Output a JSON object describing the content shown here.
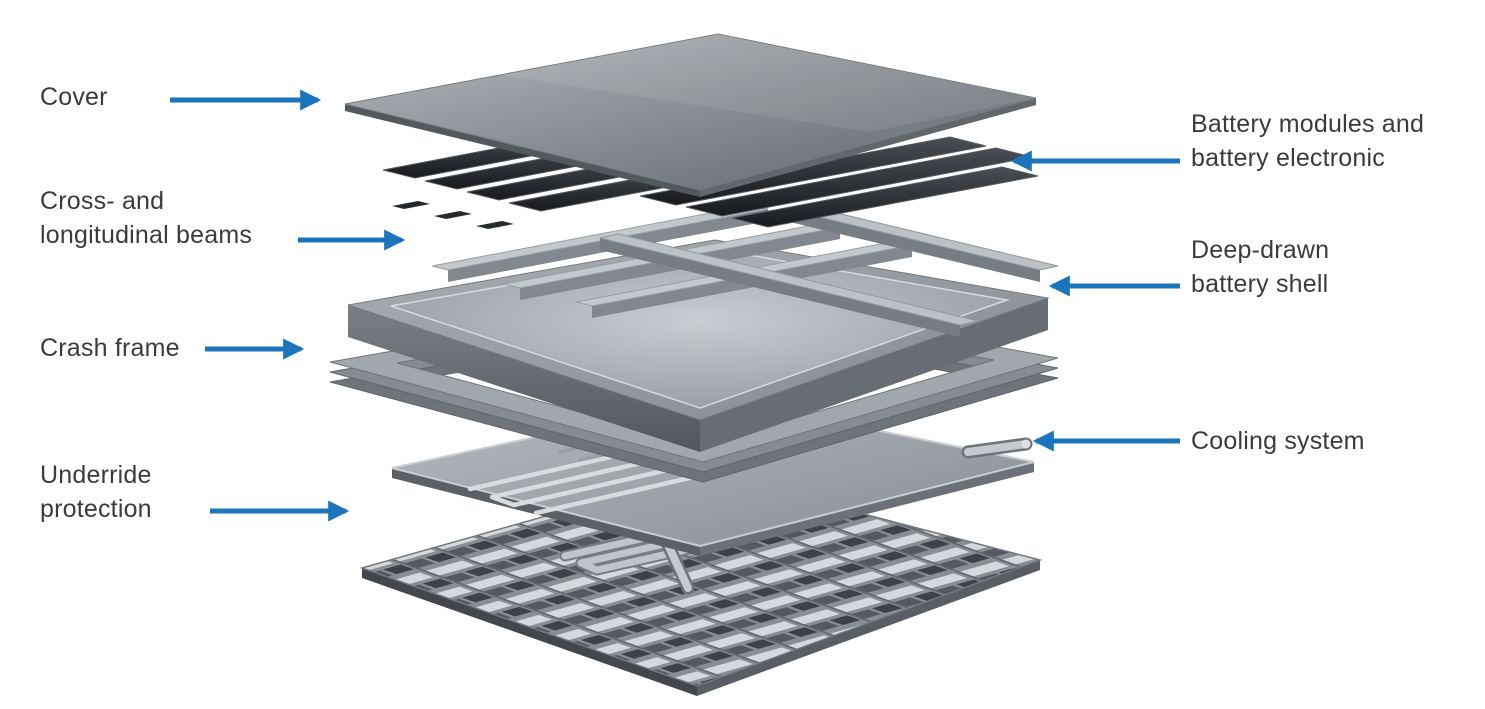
{
  "colors": {
    "accent": "#1b75bc",
    "text": "#3b3b3b",
    "background": "#ffffff"
  },
  "labels": {
    "cover": {
      "text": "Cover"
    },
    "battery_modules": {
      "line1": "Battery modules and",
      "line2": "battery electronic"
    },
    "beams": {
      "line1": "Cross- and",
      "line2": "longitudinal beams"
    },
    "battery_shell": {
      "line1": "Deep-drawn",
      "line2": "battery shell"
    },
    "crash_frame": {
      "text": "Crash frame"
    },
    "cooling_system": {
      "text": "Cooling system"
    },
    "underride_protection": {
      "line1": "Underride",
      "line2": "protection"
    }
  }
}
